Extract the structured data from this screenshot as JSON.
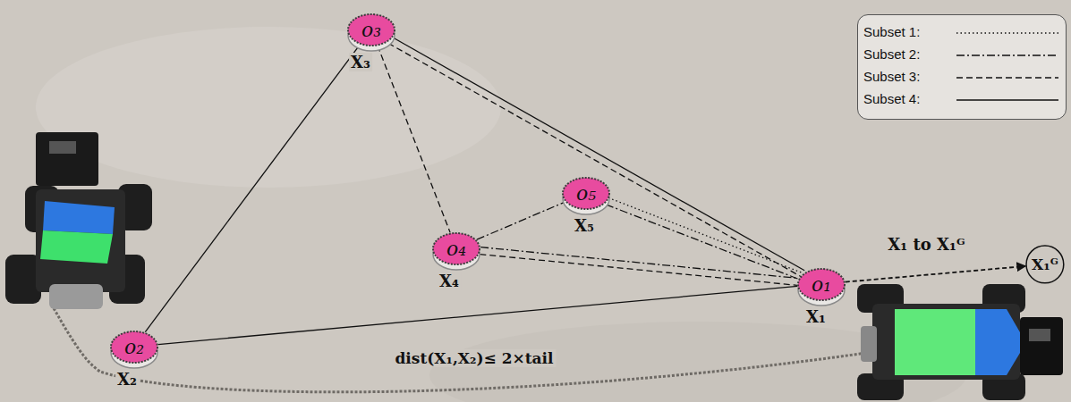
{
  "diagram": {
    "nodes": [
      {
        "text": [
          "o₃",
          "X₃"
        ]
      },
      {
        "text": [
          "o₅",
          "X₅"
        ]
      },
      {
        "text": [
          "o₄",
          "X₄"
        ]
      },
      {
        "text": [
          "o₁",
          "X₁"
        ]
      },
      {
        "text": [
          "X₁ᴳ"
        ]
      },
      {
        "text": [
          "o₂",
          "X₂"
        ]
      }
    ],
    "edges": [
      {
        "from": 3,
        "to": 0,
        "arrow": "none"
      },
      {
        "from": 0,
        "to": 5,
        "arrow": "none"
      },
      {
        "from": 5,
        "to": 3,
        "arrow": "none"
      },
      {
        "from": 0,
        "to": 3,
        "arrow": "none"
      },
      {
        "from": 0,
        "to": 2,
        "arrow": "none"
      },
      {
        "from": 2,
        "to": 3,
        "arrow": "none"
      },
      {
        "from": 2,
        "to": 1,
        "arrow": "none"
      },
      {
        "from": 1,
        "to": 3,
        "arrow": "none"
      },
      {
        "from": 2,
        "to": 3,
        "arrow": "none"
      },
      {
        "from": 1,
        "to": 3,
        "arrow": "none"
      },
      {
        "from": 3,
        "to": 4,
        "label": "X₁ to X₁ᴳ",
        "arrow": "to"
      }
    ],
    "labels": [
      "dist(X₁,X₂)≤ 2×tail"
    ],
    "legend": [
      {
        "text": "Subset 1:"
      },
      {
        "text": "Subset 2:"
      },
      {
        "text": "Subset 3:"
      },
      {
        "text": "Subset 4:"
      }
    ]
  }
}
